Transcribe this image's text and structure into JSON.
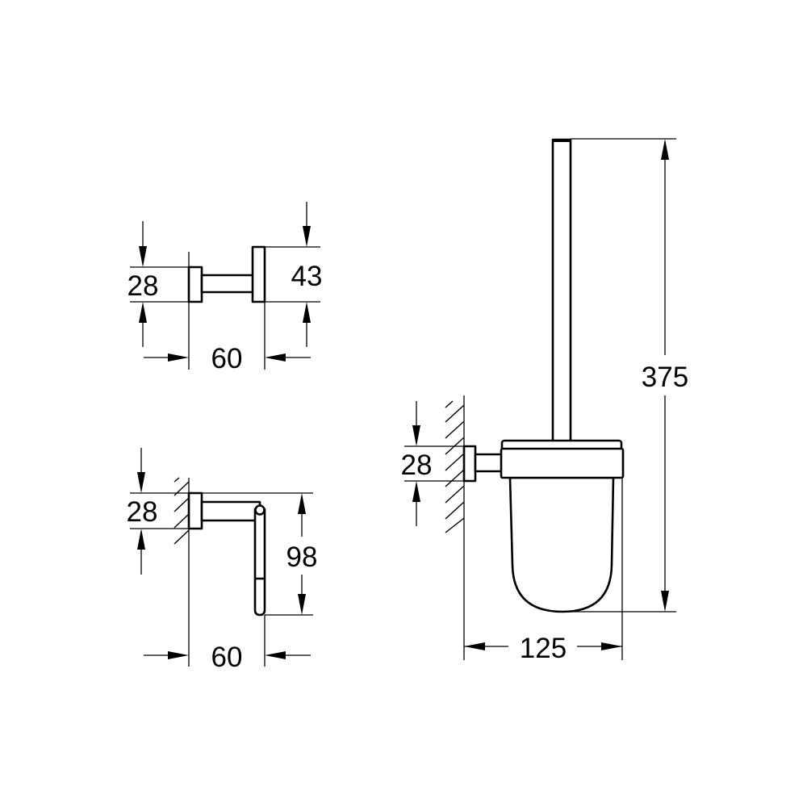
{
  "drawing": {
    "type": "technical-dimension-drawing",
    "units": "mm",
    "line_color": "#000000",
    "background": "#ffffff"
  },
  "robe_hook": {
    "label_height_base": "28",
    "label_height_end": "43",
    "label_projection": "60"
  },
  "paper_holder": {
    "label_height_base": "28",
    "label_height_total": "98",
    "label_projection": "60"
  },
  "toilet_brush_set": {
    "label_height_base": "28",
    "label_height_total": "375",
    "label_projection": "125"
  }
}
